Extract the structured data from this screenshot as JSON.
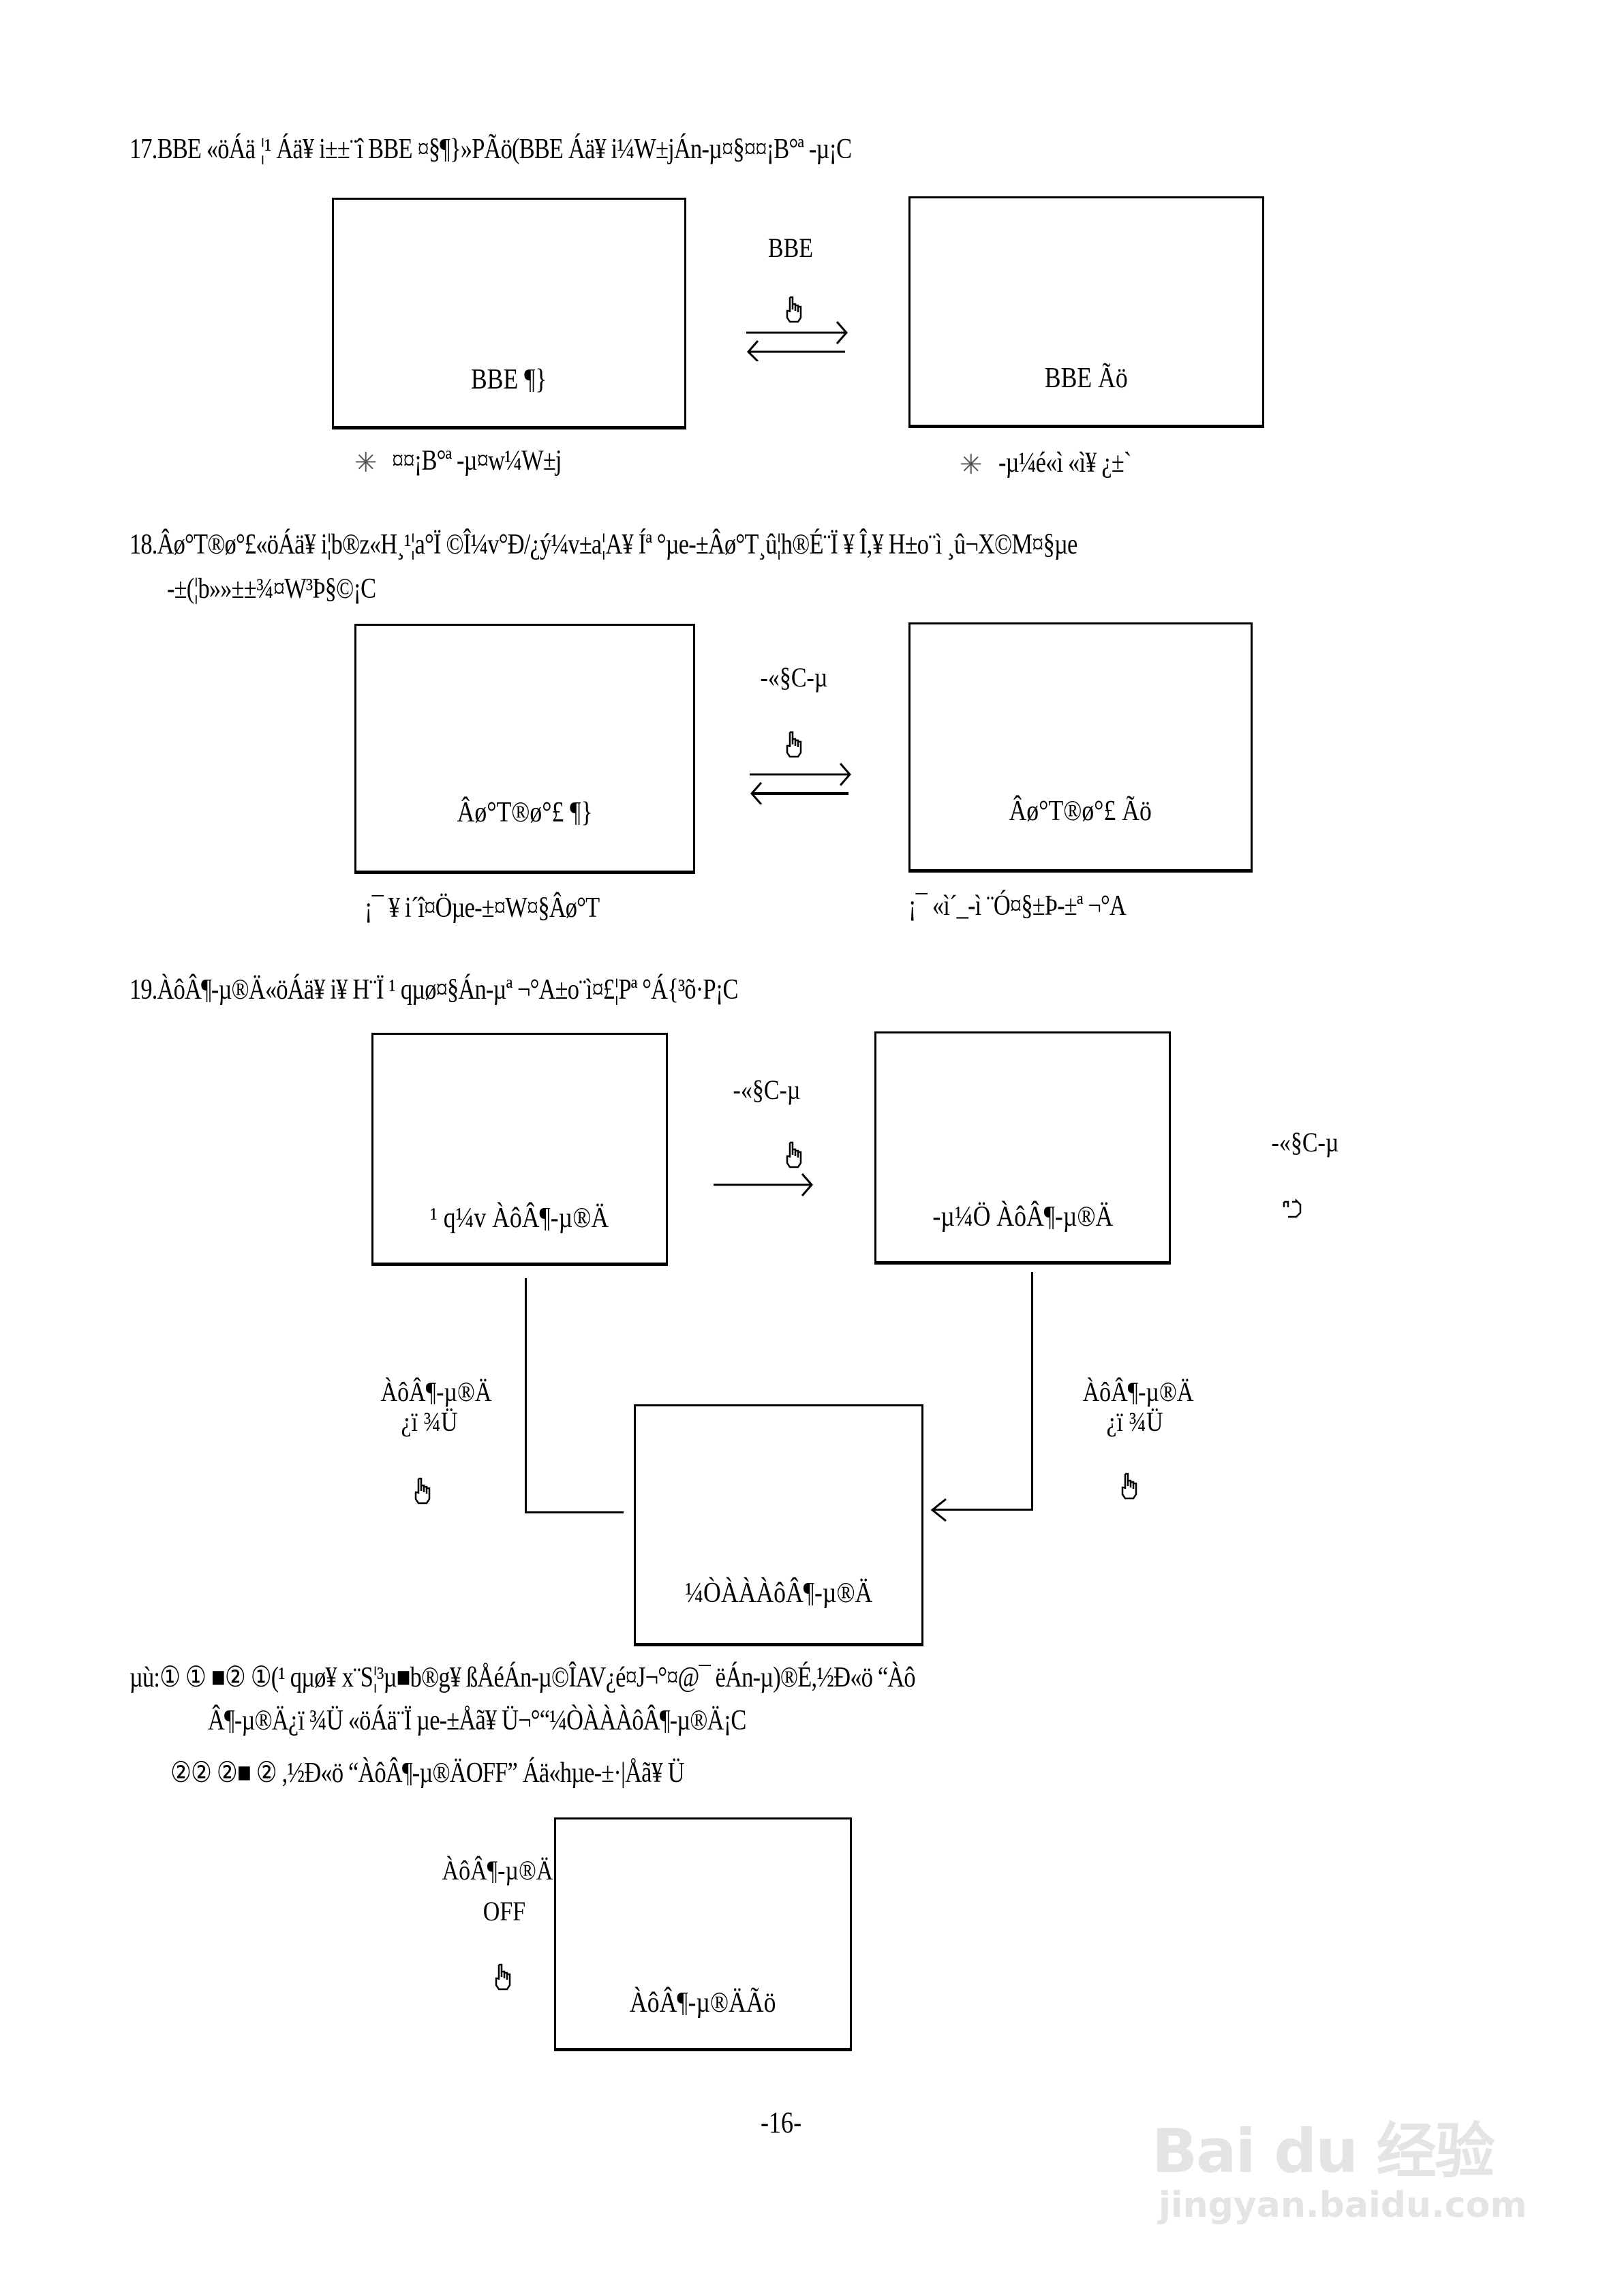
{
  "sections": {
    "s17": {
      "heading": "17.BBE «öÁä  ¦¹ Áä¥ i±±¨î   BBE ¤§¶}»PÃö(BBE Áä¥ i¼W±jÁn-µ¤§¤¤¡B°ª -µ¡C",
      "left_box": "BBE    ¶}",
      "right_box": "BBE    Ãö",
      "center_label": "BBE",
      "left_note": "¤¤¡B°ª -µ¤w¼W±j",
      "right_note": "-µ¼é«ì «ì¥ ¿±`",
      "note_marker": "✳"
    },
    "s18": {
      "heading_line1": "18.Âø°T®ø°£«öÁä¥ i¦b®z«H¸¹¦a°Ï ©Î¼v°Ð/¿ý¼v±a¦A¥ Íª °µe-±Âø°T¸û¦h®É¨Ï ¥ Î,¥ H±o¨ì ¸û¬X©M¤§µe",
      "heading_line2": "-±(¦b»»±±¾¤W³Þ§©¡C",
      "left_box": "Âø°T®ø°£    ¶}",
      "right_box": "Âø°T®ø°£    Ãö",
      "center_label": "-«§C-µ",
      "left_note": "¡¯ ¥ i´î¤Öµe-±¤W¤§Âø°T",
      "right_note": "¡¯ «ì´_-ì ¨Ó¤§±Þ-±ª ¬°A"
    },
    "s19": {
      "heading": "19.ÀôÂ¶-µ®Ä«öÁä¥ i¥ H¨Ï ¹ qµø¤§Án-µª ¬°A±o¨ì¤£¦Pª °Á{³õ·P¡C",
      "box_a": "¹ q¼v  ÀôÂ¶-µ®Ä",
      "box_b": "-µ¼Ö  ÀôÂ¶-µ®Ä",
      "box_c": "¼ÒÀÀÀôÂ¶-µ®Ä",
      "top_arrow_label": "-«§C-µ",
      "right_label": "-«§C-µ",
      "left_vert_label_1": "ÀôÂ¶-µ®Ä",
      "left_vert_label_2": "¿ï ¾Ü",
      "right_vert_label_1": "ÀôÂ¶-µ®Ä",
      "right_vert_label_2": "¿ï ¾Ü",
      "note_line1": "µù:①            ①         ■②                 ①(¹ qµø¥ x¨S¦³µ■b®g¥ ßÅéÁn-µ©ÎAV¿é¤J¬°¤@¯ ëÁn-µ)®É,½Ð«ö “Àô",
      "note_line2": "Â¶-µ®Ä¿ï ¾Ü «öÁä¨Ï µe-±Åã¥ Ü¬°“¼ÒÀÀÀôÂ¶-µ®Ä¡C",
      "note_line3": "②②   ②■                    ②                    ,½Ð«ö “ÀôÂ¶-µ®ÄOFF”  Áä«hµe-±·|Åã¥ Ü",
      "off_label_1": "ÀôÂ¶-µ®Ä",
      "off_label_2": "OFF",
      "off_box": "ÀôÂ¶-µ®ÄÃö"
    }
  },
  "page_number": "-16-",
  "watermark": {
    "brand": "Bai du 经验",
    "url": "jingyan.baidu.com"
  }
}
